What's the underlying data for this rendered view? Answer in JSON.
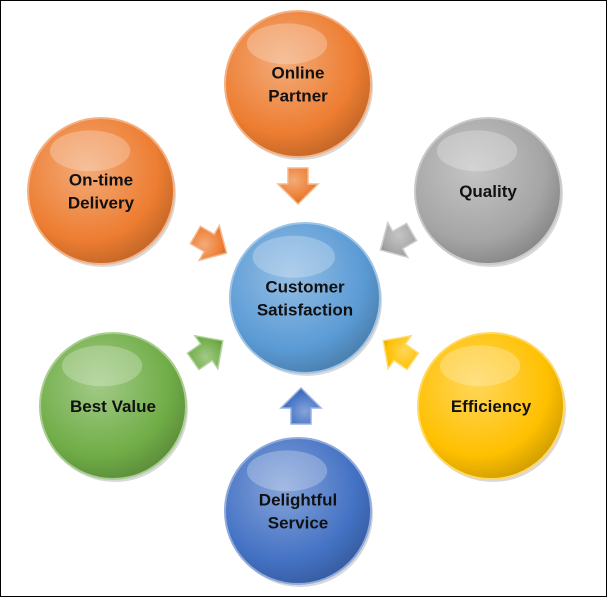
{
  "center": {
    "lines": [
      "Customer",
      "Satisfaction"
    ],
    "color": "#5b9bd5"
  },
  "nodes": [
    {
      "id": "online-partner",
      "lines": [
        "Online",
        "Partner"
      ],
      "color": "#ed7d31"
    },
    {
      "id": "quality",
      "lines": [
        "Quality"
      ],
      "color": "#a5a5a5"
    },
    {
      "id": "efficiency",
      "lines": [
        "Efficiency"
      ],
      "color": "#ffc000"
    },
    {
      "id": "delightful-service",
      "lines": [
        "Delightful",
        "Service"
      ],
      "color": "#4472c4"
    },
    {
      "id": "best-value",
      "lines": [
        "Best Value"
      ],
      "color": "#70ad47"
    },
    {
      "id": "on-time-delivery",
      "lines": [
        "On-time",
        "Delivery"
      ],
      "color": "#ed7d31"
    }
  ]
}
